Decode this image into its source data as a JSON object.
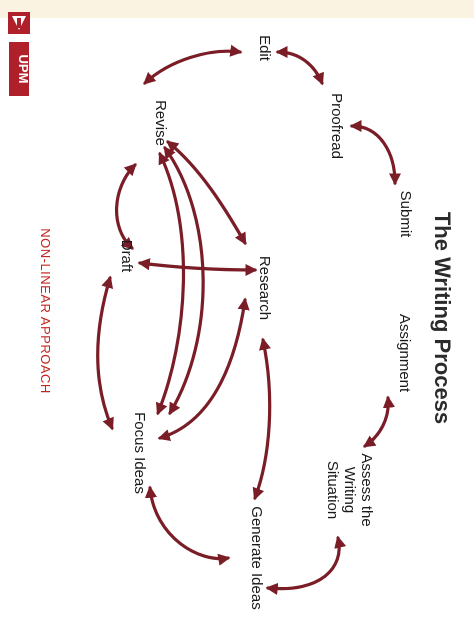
{
  "logo": {
    "text": "UPM",
    "color": "#b0202a"
  },
  "side_label": {
    "text": "NON-LINEAR APPROACH",
    "color": "#c0261f"
  },
  "diagram": {
    "title": "The Writing Process",
    "arrow_color": "#7a1d26",
    "nodes": {
      "edit": "Edit",
      "proofread": "Proofread",
      "submit": "Submit",
      "revise": "Revise",
      "research": "Research",
      "assignment": "Assignment",
      "draft": "Draft",
      "assess": [
        "Assess the",
        "Writing",
        "Situation"
      ],
      "focus": "Focus Ideas",
      "generate": "Generate Ideas"
    }
  }
}
